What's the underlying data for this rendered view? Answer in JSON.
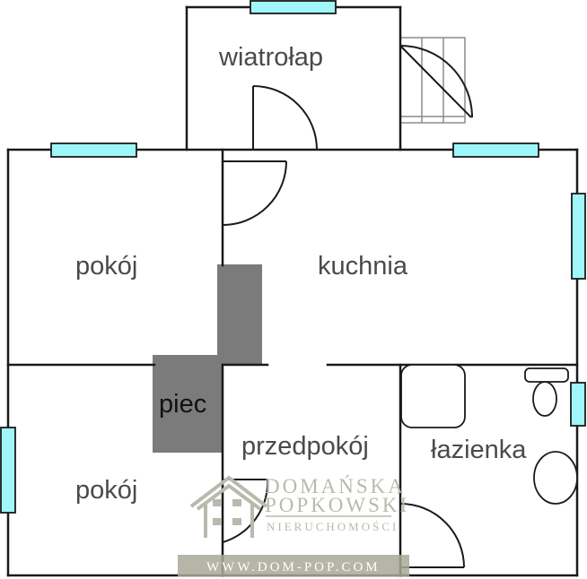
{
  "plan": {
    "rooms": [
      {
        "id": "wiatrolap",
        "label": "wiatrołap"
      },
      {
        "id": "pokoj-top",
        "label": "pokój"
      },
      {
        "id": "kuchnia",
        "label": "kuchnia"
      },
      {
        "id": "pokoj-bottom",
        "label": "pokój"
      },
      {
        "id": "przedpokoj",
        "label": "przedpokój"
      },
      {
        "id": "lazienka",
        "label": "łazienka"
      }
    ],
    "stove": {
      "label": "piec"
    },
    "colors": {
      "wall": "#1a1a1a",
      "window_fill": "#9ff7fa",
      "stove": "#7b7b7b",
      "stairs": "#8c8c8c",
      "watermark": "#b9b9ae",
      "watermark_band": "#a8a899"
    }
  },
  "watermark": {
    "line1": "DOMAŃSKA",
    "line2": "POPKOWSKI",
    "line3": "NIERUCHOMOŚCI",
    "url": "WWW.DOM-POP.COM"
  }
}
